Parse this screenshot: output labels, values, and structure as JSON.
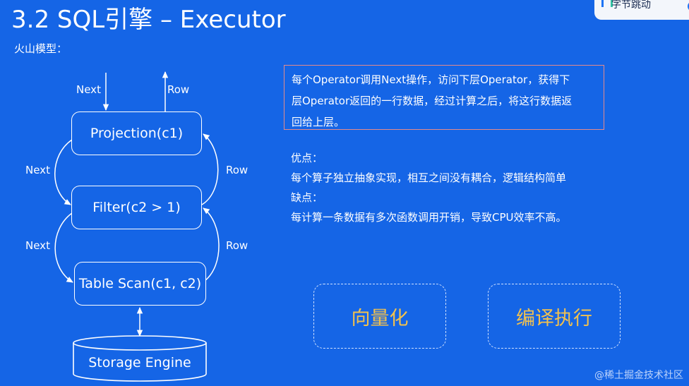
{
  "slide": {
    "title": "3.2 SQL引擎 –  Executor",
    "subtitle": "火山模型："
  },
  "brand": {
    "logo_text": "字节跳动"
  },
  "diagram": {
    "nodes": {
      "projection": "Projection(c1)",
      "filter": "Filter(c2 > 1)",
      "table_scan": "Table Scan(c1, c2)",
      "storage": "Storage Engine"
    },
    "labels": {
      "top_next": "Next",
      "top_row": "Row",
      "left_next_1": "Next",
      "right_row_1": "Row",
      "left_next_2": "Next",
      "right_row_2": "Row"
    }
  },
  "description": {
    "lines": [
      "每个Operator调用Next操作，访问下层Operator，获得下",
      "层Operator返回的一行数据，经过计算之后，将这行数据返",
      "回给上层。"
    ]
  },
  "pros_cons": {
    "pros_title": "优点：",
    "pros_text": "每个算子独立抽象实现，相互之间没有耦合，逻辑结构简单",
    "cons_title": "缺点：",
    "cons_text": "每计算一条数据有多次函数调用开销，导致CPU效率不高。"
  },
  "buttons": {
    "vectorization": "向量化",
    "compiled_execution": "编译执行"
  },
  "watermark": "@稀土掘金技术社区",
  "colors": {
    "background": "#1565e6",
    "accent": "#f2c14e",
    "box_border": "#e58a8a"
  }
}
